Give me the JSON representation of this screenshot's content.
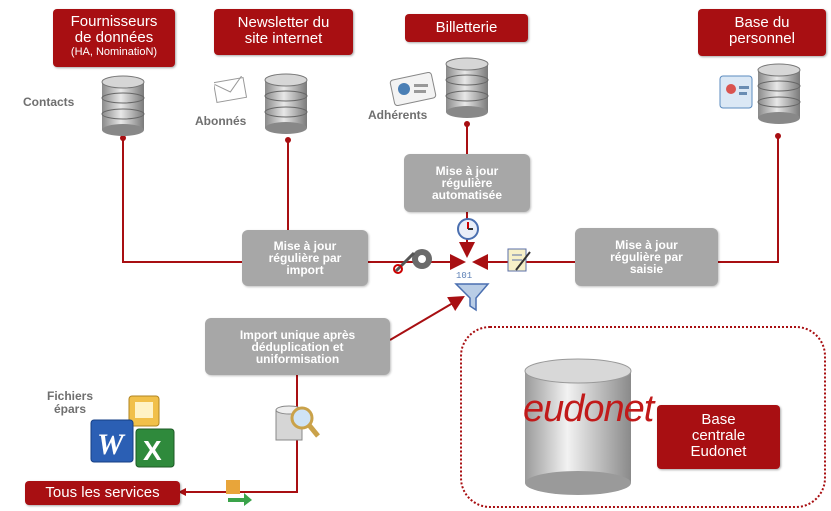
{
  "sources": {
    "fournisseurs": {
      "line1": "Fournisseurs",
      "line2": "de données",
      "line3": "(HA, NominatioN)"
    },
    "newsletter": {
      "line1": "Newsletter du",
      "line2": "site internet"
    },
    "billetterie": {
      "line1": "Billetterie"
    },
    "personnel": {
      "line1": "Base du",
      "line2": "personnel"
    }
  },
  "db_labels": {
    "contacts": "Contacts",
    "abonnes": "Abonnés",
    "adherents": "Adhérents"
  },
  "processes": {
    "auto": [
      "Mise à jour",
      "régulière",
      "automatisée"
    ],
    "import": [
      "Mise à jour",
      "régulière par",
      "import"
    ],
    "saisie": [
      "Mise à jour",
      "régulière par",
      "saisie"
    ],
    "unique": [
      "Import unique après",
      "déduplication et",
      "uniformisation"
    ]
  },
  "files": {
    "label1": "Fichiers",
    "label2": "épars"
  },
  "services": {
    "label": "Tous les services"
  },
  "central": {
    "logo_text": "eudonet",
    "line1": "Base",
    "line2": "centrale",
    "line3": "Eudonet"
  },
  "icons": [
    "database-icon",
    "envelope-icon",
    "id-card-icon",
    "badge-icon",
    "gears-icon",
    "clock-icon",
    "edit-form-icon",
    "filter-funnel-icon",
    "search-db-icon",
    "word-icon",
    "excel-icon",
    "publisher-icon",
    "export-arrow-icon"
  ],
  "colors": {
    "brand_red": "#a80f12",
    "process_grey": "#a7a7a7",
    "label_grey": "#6f6f6f"
  }
}
